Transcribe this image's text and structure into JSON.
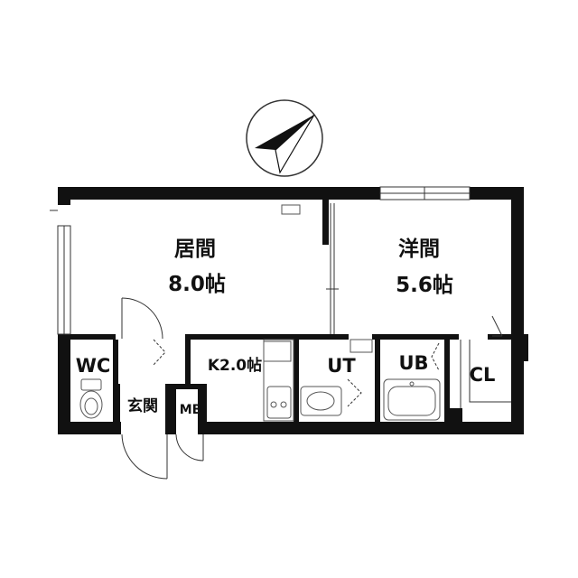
{
  "plan": {
    "rooms": {
      "living_name": "居間",
      "living_size": "8.0帖",
      "western_name": "洋間",
      "western_size": "5.6帖",
      "wc": "WC",
      "kitchen": "K2.0帖",
      "ut": "UT",
      "ub": "UB",
      "cl": "CL",
      "entrance": "玄関",
      "mb": "MB"
    },
    "compass": {
      "north_icon": "compass-arrow-icon"
    },
    "colors": {
      "wall": "#111111",
      "line": "#333333",
      "fixture": "#555555"
    }
  }
}
